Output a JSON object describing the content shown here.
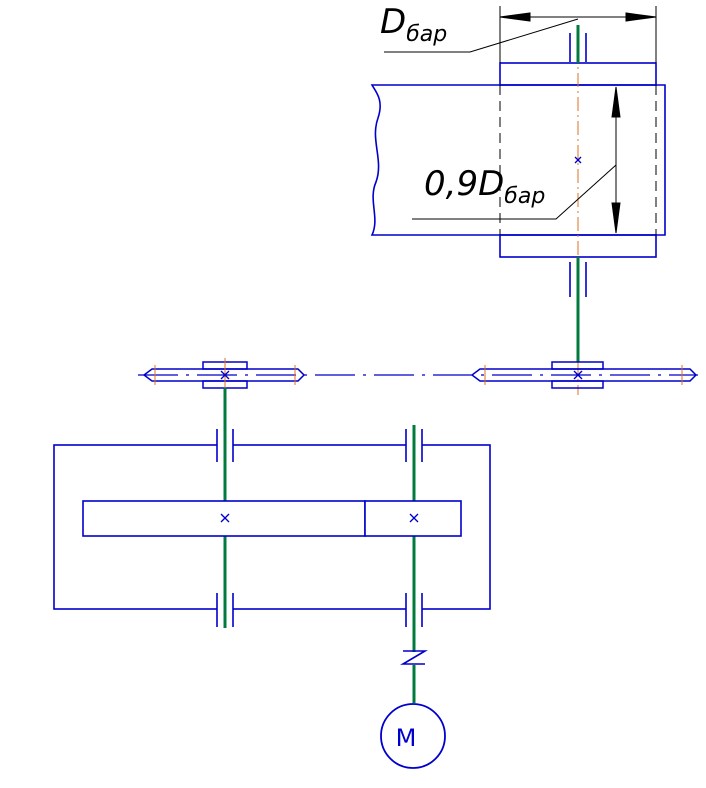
{
  "labels": {
    "drum_diameter_main": "D",
    "drum_diameter_sub": "бар",
    "drum_inner_main": "0,9D",
    "drum_inner_sub": "бар",
    "motor": "M"
  },
  "colors": {
    "outline": "#0000cc",
    "shaft": "#007a3d",
    "axis": "#e07020",
    "dimension": "#000000",
    "background": "#ffffff"
  }
}
